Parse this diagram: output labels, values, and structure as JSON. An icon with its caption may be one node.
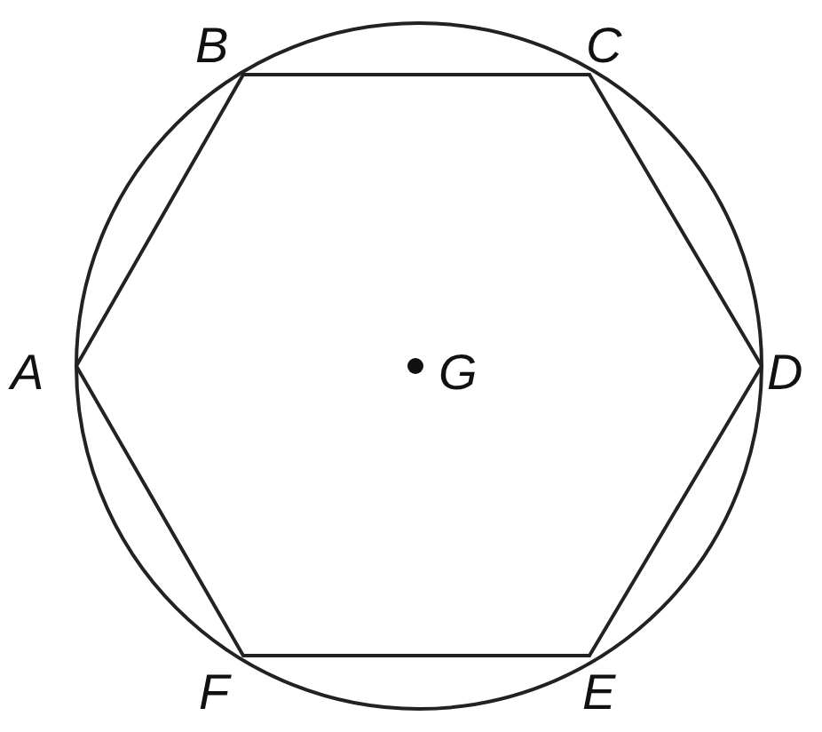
{
  "diagram": {
    "labels": [
      "B",
      "C",
      "A",
      "G",
      "D",
      "F",
      "E"
    ]
  }
}
